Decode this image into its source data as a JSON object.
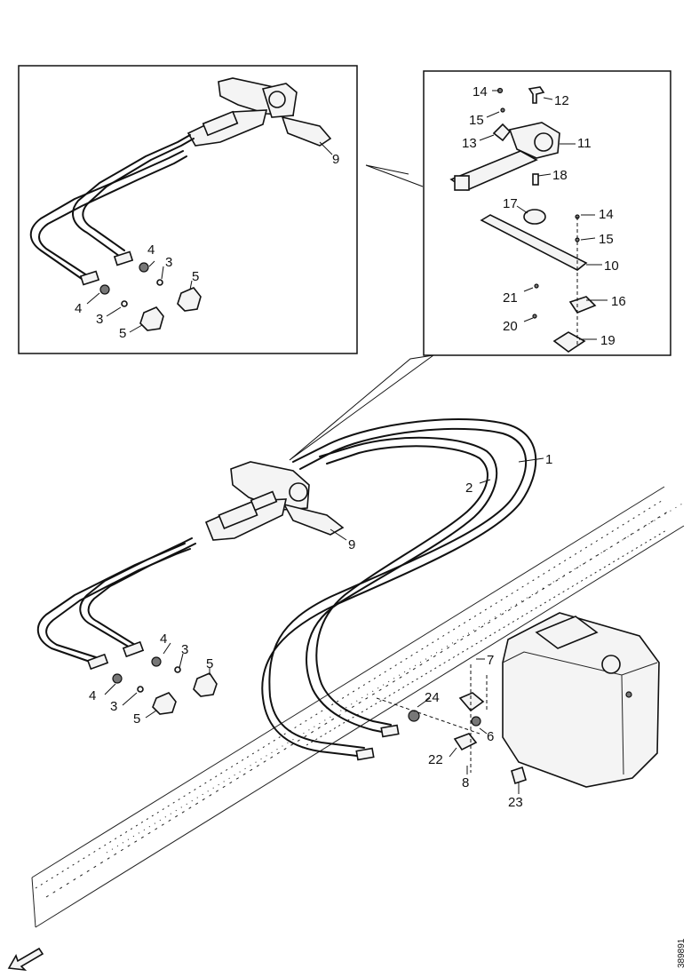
{
  "labels": {
    "l1": "1",
    "l2": "2",
    "l3": "3",
    "l4": "4",
    "l5": "5",
    "l6": "6",
    "l7": "7",
    "l8": "8",
    "l9": "9",
    "l11": "11",
    "l12": "12",
    "l13": "13",
    "l14": "14",
    "l15": "15",
    "l16": "16",
    "l17": "17",
    "l18": "18",
    "l19": "19",
    "l20": "20",
    "l21": "21",
    "l22": "22",
    "l23": "23",
    "l24": "24"
  },
  "drawing_number": "389891"
}
